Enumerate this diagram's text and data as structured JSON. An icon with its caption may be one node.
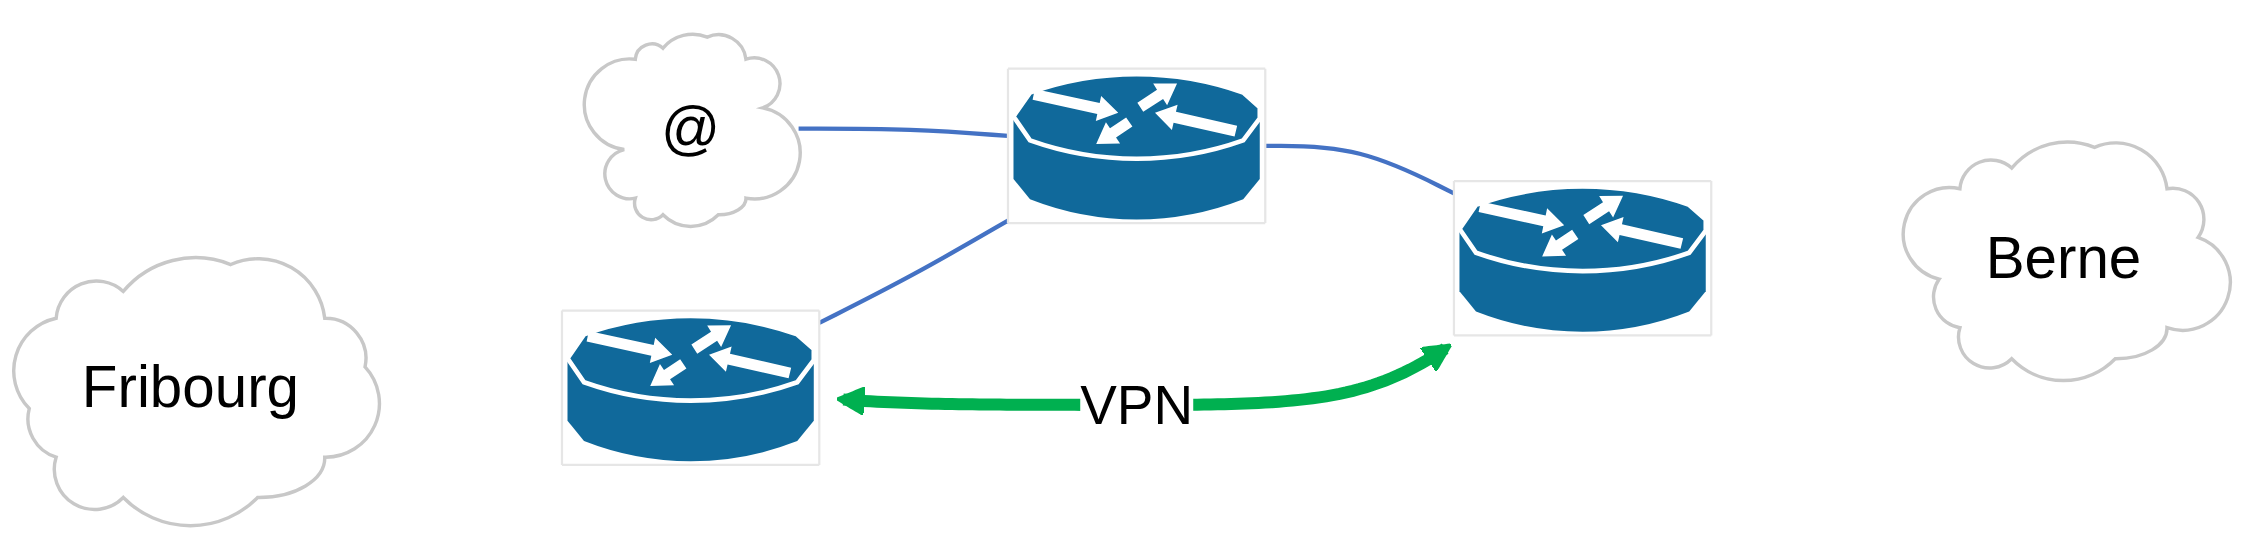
{
  "diagram": {
    "nodes": [
      {
        "text": [
          "@"
        ]
      },
      {
        "text": [
          "Fribourg"
        ]
      },
      {
        "text": [],
        "shape": "picture"
      },
      {
        "text": [],
        "shape": "picture"
      },
      {
        "text": [],
        "shape": "picture"
      },
      {
        "text": [
          "Berne"
        ]
      }
    ],
    "edges": [
      {
        "from": 0,
        "to": 3,
        "arrow": "none"
      },
      {
        "from": 2,
        "to": 3,
        "arrow": "none"
      },
      {
        "from": 3,
        "to": 4,
        "arrow": "none"
      },
      {
        "from": 2,
        "to": 4,
        "arrow": "both",
        "label": "VPN",
        "style": "thick",
        "color": "#00b050"
      }
    ]
  }
}
